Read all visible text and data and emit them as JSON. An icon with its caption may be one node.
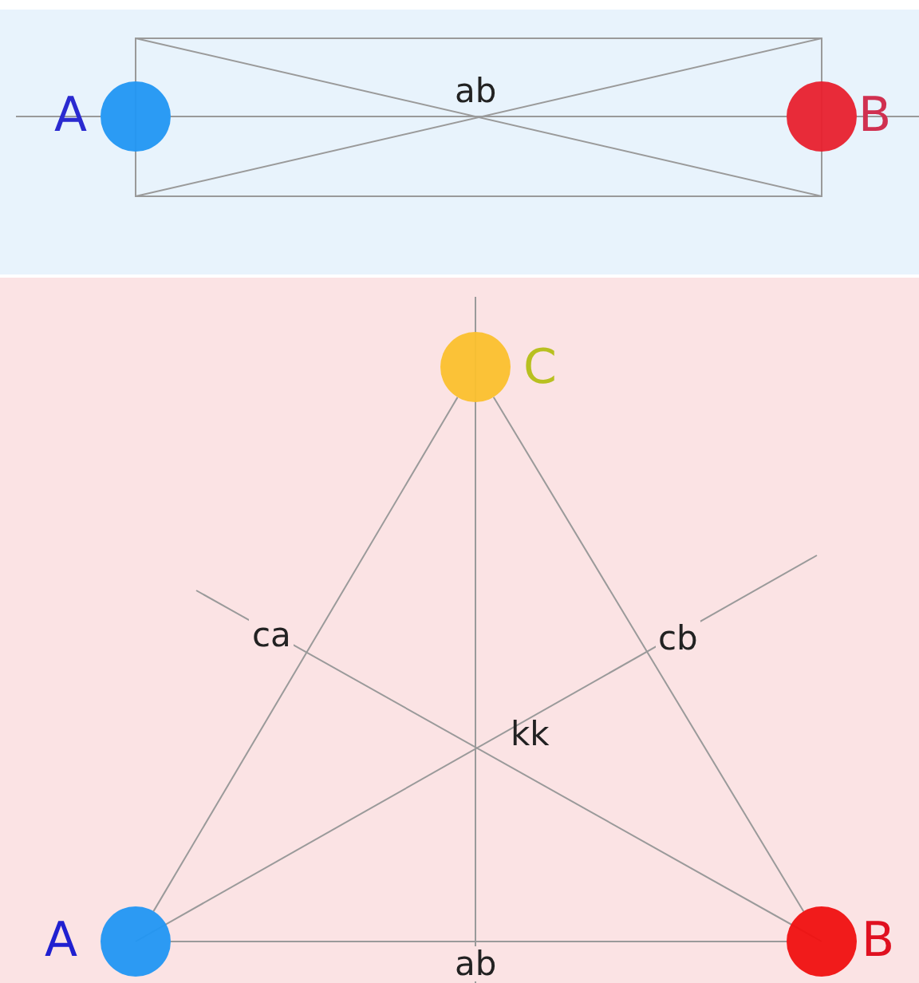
{
  "diagram": {
    "nodes": [
      {
        "text": [],
        "shape": "circle",
        "beside": [
          "A"
        ]
      },
      {
        "text": [],
        "shape": "circle",
        "beside": [
          "B"
        ]
      },
      {
        "text": [],
        "shape": "circle",
        "beside": [
          "C"
        ]
      },
      {
        "text": [],
        "shape": "circle",
        "beside": [
          "A"
        ]
      },
      {
        "text": [],
        "shape": "circle",
        "beside": [
          "B"
        ]
      }
    ],
    "edges": [
      {
        "from": 0,
        "to": 1,
        "arrow": "none",
        "label": "ab"
      },
      {
        "from": 2,
        "to": 3,
        "arrow": "none",
        "label": "ca"
      },
      {
        "from": 2,
        "to": 4,
        "arrow": "none",
        "label": "cb"
      },
      {
        "from": 3,
        "to": 4,
        "arrow": "none",
        "label": "ab"
      }
    ],
    "labels": [
      "kk"
    ]
  }
}
